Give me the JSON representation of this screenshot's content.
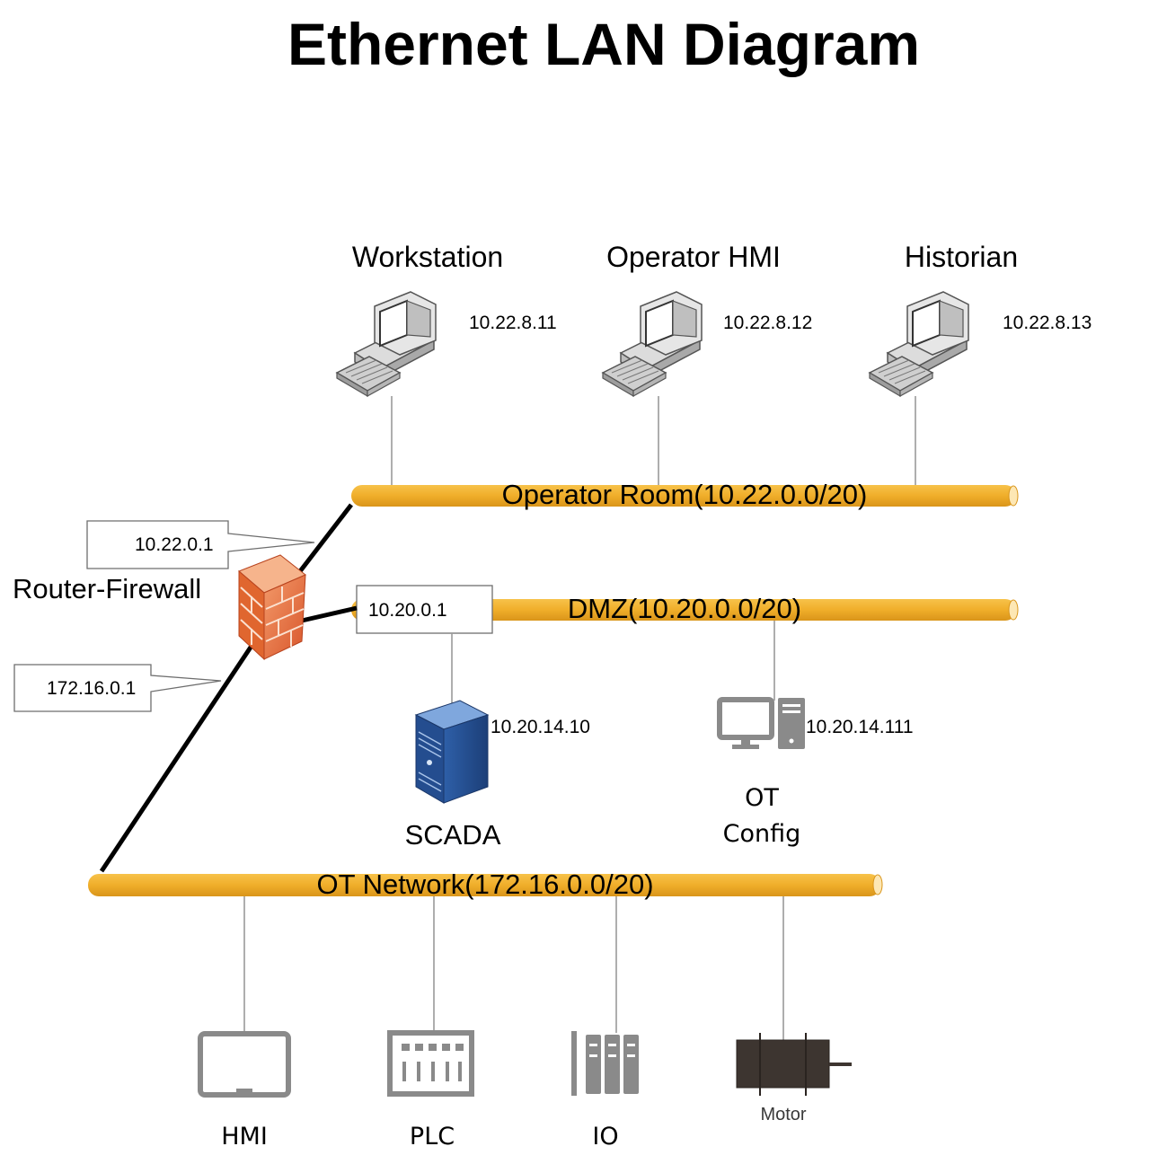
{
  "title": "Ethernet LAN Diagram",
  "operator_room": {
    "bus_label": "Operator Room(10.22.0.0/20)",
    "devices": [
      {
        "label": "Workstation",
        "ip": "10.22.8.11",
        "icon": "desktop-computer-icon"
      },
      {
        "label": "Operator HMI",
        "ip": "10.22.8.12",
        "icon": "desktop-computer-icon"
      },
      {
        "label": "Historian",
        "ip": "10.22.8.13",
        "icon": "desktop-computer-icon"
      }
    ]
  },
  "router_firewall": {
    "label": "Router-Firewall",
    "icon": "firewall-brick-icon",
    "interfaces": {
      "operator_room": "10.22.0.1",
      "dmz": "10.20.0.1",
      "ot": "172.16.0.1"
    }
  },
  "dmz": {
    "bus_label": "DMZ(10.20.0.0/20)",
    "devices": [
      {
        "label": "SCADA",
        "ip": "10.20.14.10",
        "icon": "server-tower-icon"
      },
      {
        "label_line1": "OT",
        "label_line2": "Config",
        "ip": "10.20.14.111",
        "icon": "pc-monitor-tower-icon"
      }
    ]
  },
  "ot_network": {
    "bus_label": "OT Network(172.16.0.0/20)",
    "devices": [
      {
        "label": "HMI",
        "icon": "hmi-panel-icon"
      },
      {
        "label": "PLC",
        "icon": "plc-icon"
      },
      {
        "label": "IO",
        "icon": "io-module-icon"
      },
      {
        "label": "Motor",
        "icon": "motor-icon"
      }
    ]
  },
  "colors": {
    "bus": "#F0AE2A",
    "link": "#000000",
    "drop_line": "#9a9a9a"
  }
}
